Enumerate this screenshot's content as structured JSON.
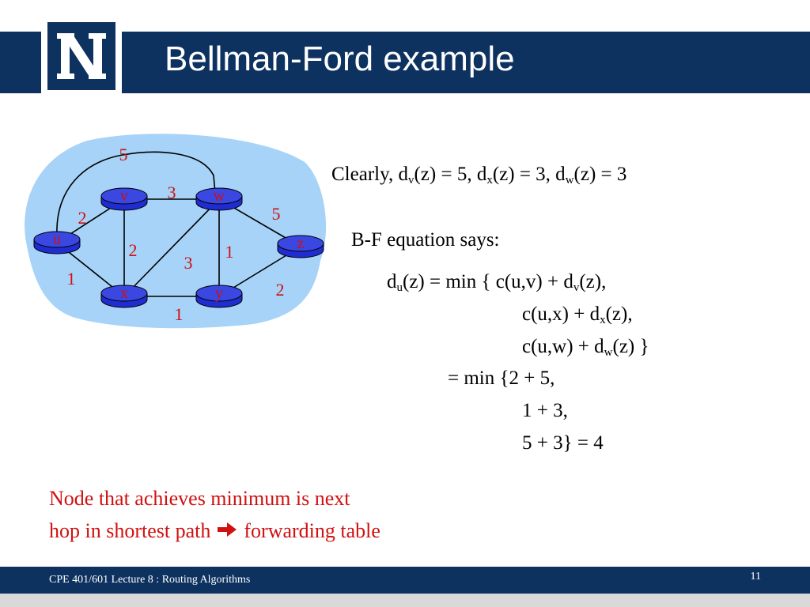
{
  "slide": {
    "title": "Bellman-Ford example",
    "logo_letter": "N"
  },
  "network": {
    "nodes": [
      {
        "id": "u",
        "label": "u"
      },
      {
        "id": "v",
        "label": "v"
      },
      {
        "id": "w",
        "label": "w"
      },
      {
        "id": "x",
        "label": "x"
      },
      {
        "id": "y",
        "label": "y"
      },
      {
        "id": "z",
        "label": "z"
      }
    ],
    "edges": [
      {
        "from": "u",
        "to": "v",
        "cost": "2"
      },
      {
        "from": "u",
        "to": "x",
        "cost": "1"
      },
      {
        "from": "u",
        "to": "w",
        "cost": "5"
      },
      {
        "from": "v",
        "to": "w",
        "cost": "3"
      },
      {
        "from": "v",
        "to": "x",
        "cost": "2"
      },
      {
        "from": "x",
        "to": "w",
        "cost": "3"
      },
      {
        "from": "x",
        "to": "y",
        "cost": "1"
      },
      {
        "from": "w",
        "to": "y",
        "cost": "1"
      },
      {
        "from": "w",
        "to": "z",
        "cost": "5"
      },
      {
        "from": "y",
        "to": "z",
        "cost": "2"
      }
    ],
    "colors": {
      "cloud": "#a6d3f7",
      "router": "#1f2ccf",
      "router_label": "#d11010"
    }
  },
  "text": {
    "clearly": {
      "pre": "Clearly, d",
      "s1": "v",
      "m1": "(z) = 5, d",
      "s2": "x",
      "m2": "(z) = 3, d",
      "s3": "w",
      "m3": "(z) = 3"
    },
    "bf_says": "B-F equation says:",
    "eq1": {
      "pre": "d",
      "s1": "u",
      "m1": "(z) = min { c(u,v) + d",
      "s2": "v",
      "m2": "(z),"
    },
    "eq2": {
      "pre": "c(u,x) + d",
      "s1": "x",
      "m1": "(z),"
    },
    "eq3": {
      "pre": "c(u,w) + d",
      "s1": "w",
      "m1": "(z) }"
    },
    "eq4": "= min {2 + 5,",
    "eq5": "1 + 3,",
    "eq6": "5 + 3}  = 4"
  },
  "note": {
    "line1": "Node that achieves minimum is next",
    "line2a": "hop in shortest path",
    "arrow_icon": "heavy-right-arrow-icon",
    "line2b": "forwarding table",
    "color": "#d11010"
  },
  "footer": {
    "text": "CPE 401/601 Lecture 8 :  Routing Algorithms",
    "page": "11"
  }
}
